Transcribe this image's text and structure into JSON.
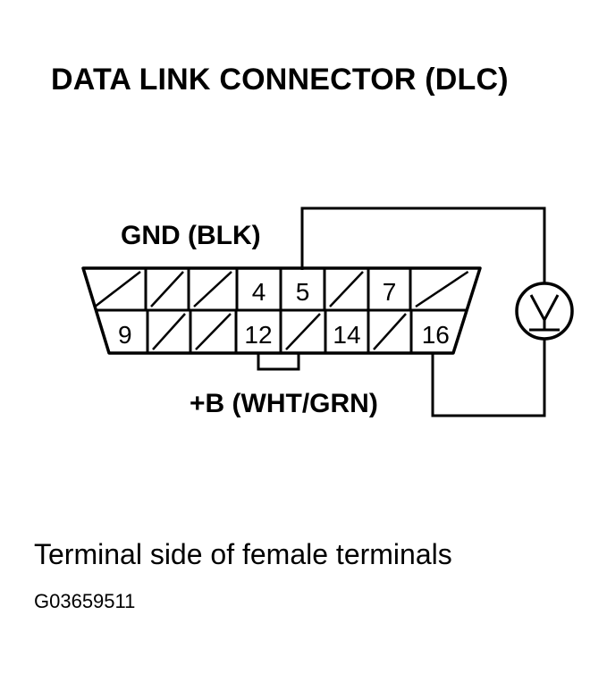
{
  "title": "DATA LINK CONNECTOR (DLC)",
  "labels": {
    "gnd": "GND (BLK)",
    "battery": "+B (WHT/GRN)"
  },
  "connector": {
    "top_row": [
      {
        "pin": "",
        "hatched": true
      },
      {
        "pin": "",
        "hatched": true
      },
      {
        "pin": "",
        "hatched": true
      },
      {
        "pin": "4",
        "hatched": false
      },
      {
        "pin": "5",
        "hatched": false
      },
      {
        "pin": "",
        "hatched": true
      },
      {
        "pin": "7",
        "hatched": false
      },
      {
        "pin": "",
        "hatched": true
      }
    ],
    "bottom_row": [
      {
        "pin": "9",
        "hatched": false
      },
      {
        "pin": "",
        "hatched": true
      },
      {
        "pin": "",
        "hatched": true
      },
      {
        "pin": "12",
        "hatched": false
      },
      {
        "pin": "",
        "hatched": true
      },
      {
        "pin": "14",
        "hatched": false
      },
      {
        "pin": "",
        "hatched": true
      },
      {
        "pin": "16",
        "hatched": false
      }
    ]
  },
  "meter_icon": "voltmeter-icon",
  "caption": "Terminal side of female terminals",
  "figure_id": "G03659511"
}
